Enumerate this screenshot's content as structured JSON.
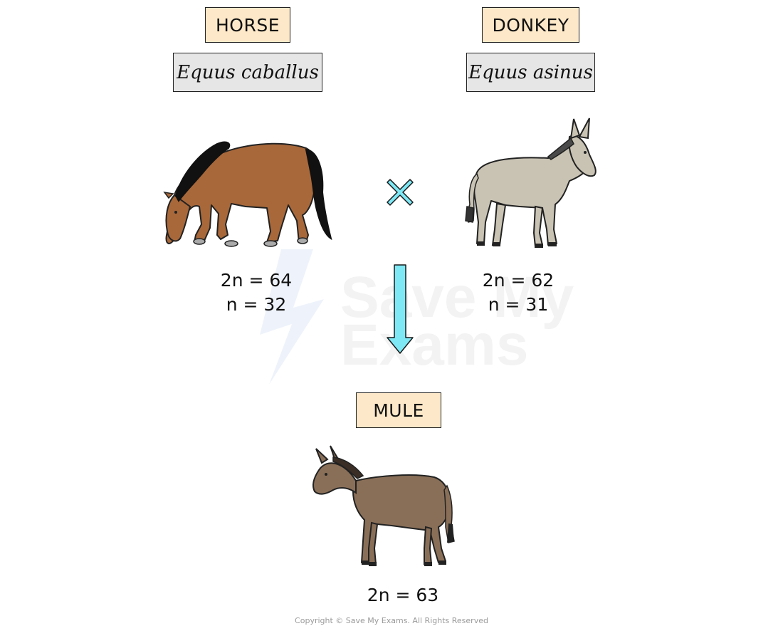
{
  "parents": {
    "horse": {
      "common_name": "HORSE",
      "scientific_name": "Equus caballus",
      "diploid": "2n = 64",
      "haploid": "n = 32"
    },
    "donkey": {
      "common_name": "DONKEY",
      "scientific_name": "Equus asinus",
      "diploid": "2n = 62",
      "haploid": "n = 31"
    }
  },
  "offspring": {
    "mule": {
      "common_name": "MULE",
      "diploid": "2n = 63"
    }
  },
  "watermark": "Save My Exams",
  "copyright": "Copyright © Save My Exams. All Rights Reserved",
  "colors": {
    "label_fill": "#fde9c9",
    "scientific_fill": "#e6e6e6",
    "arrow": "#7ee8f5",
    "horse_coat": "#a8683a",
    "donkey_coat": "#c9c3b4",
    "mule_coat": "#8a6f58"
  },
  "icons": [
    "cross-icon",
    "down-arrow-icon",
    "horse-illustration",
    "donkey-illustration",
    "mule-illustration"
  ]
}
